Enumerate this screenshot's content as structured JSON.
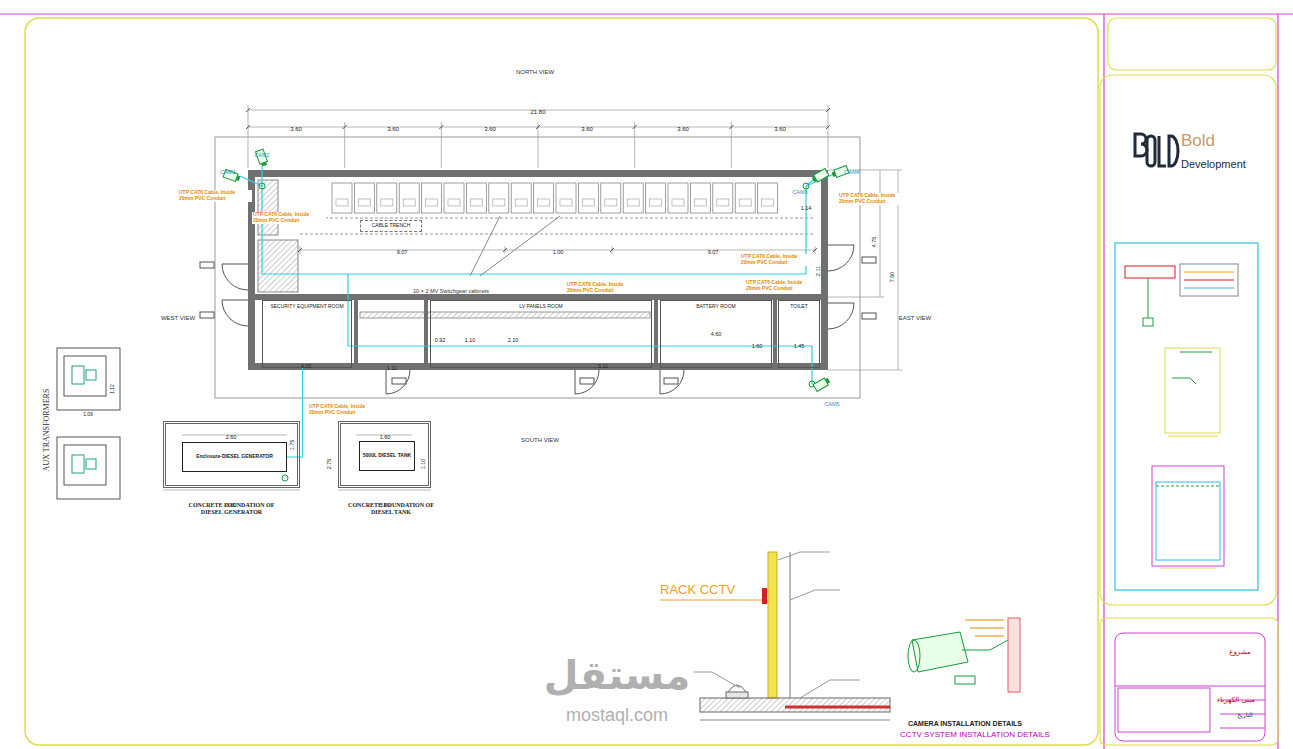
{
  "diagram": {
    "nodes": [
      {
        "text": [
          "CABLE TRENCH"
        ]
      },
      {
        "text": [
          "SECURITY EQUIPMENT ROOM"
        ]
      },
      {
        "text": [
          "LV PANELS ROOM"
        ]
      },
      {
        "text": [
          "BATTERY ROOM"
        ]
      },
      {
        "text": [
          "TOILET"
        ]
      },
      {
        "text": [
          "CONCRETE FOUNDATION OF DIESEL GENERATOR"
        ]
      },
      {
        "text": [
          "Enclosure-DIESEL GENERATOR"
        ],
        "in": 5
      },
      {
        "text": [
          "CONCRETE FOUNDATION OF DIESEL TANK"
        ]
      },
      {
        "text": [
          "5000L DIESEL TANK"
        ],
        "in": 7
      }
    ],
    "edges": [
      {
        "from": 1,
        "to": 6,
        "arrow": "none"
      }
    ],
    "labels": [
      "NORTH VIEW",
      "SOUTH VIEW",
      "WEST VIEW",
      "EAST VIEW",
      "21.80",
      "3.60",
      "3.60",
      "3.60",
      "3.60",
      "3.60",
      "3.60",
      "9.07",
      "1.00",
      "9.07",
      "1.14",
      "4.75",
      "7.50",
      "2.11",
      "4.00",
      "0.92",
      "1.10",
      "2.10",
      "3.11",
      "4.60",
      "1.60",
      "1.45",
      "1.11",
      "UTP CAT6 Cable, Inside 20mm PVC Conduit",
      "UTP CAT6 Cable, Inside 20mm PVC Conduit",
      "UTP CAT6 Cable, Inside 20mm PVC Conduit",
      "UTP CAT6 Cable, Inside 20mm PVC Conduit",
      "UTP CAT6 Cable, Inside 20mm PVC Conduit",
      "UTP CAT6 Cable, Inside 20mm PVC Conduit",
      "UTP CAT6 Cable, Inside 20mm PVC Conduit",
      "CAM1",
      "CAM2",
      "CAM3",
      "CAM4",
      "CAM5",
      "10 × 2 MV Switchgear cabinets",
      "AUX TRANSFORMERS",
      "1.09",
      "1.12",
      "2.60",
      "1.75",
      "3.60",
      "1.60",
      "2.75",
      "1.10",
      "3.60",
      "RACK CCTV",
      "CAMERA INSTALLATION DETAILS",
      "CCTV SYSTEM INSTALLATION DETAILS",
      "Bold",
      "Development",
      "مستقل",
      "mostaql.com",
      "مشروع",
      "مبنى الكهرباء",
      "التاريخ"
    ]
  }
}
